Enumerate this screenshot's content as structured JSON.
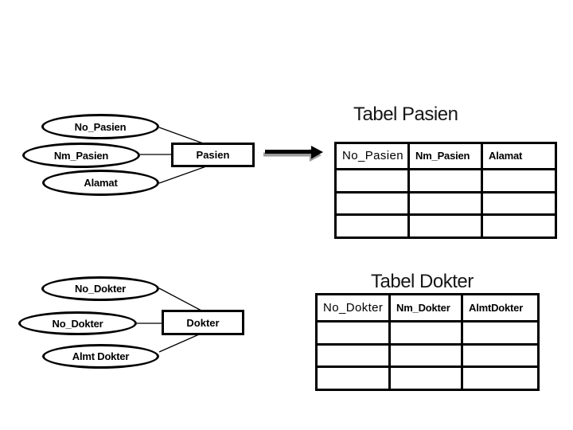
{
  "pasien": {
    "section_title": "Tabel Pasien",
    "entity_label": "Pasien",
    "attributes": [
      "No_Pasien",
      "Nm_Pasien",
      "Alamat"
    ],
    "table_headers": [
      "No_Pasien",
      "Nm_Pasien",
      "Alamat"
    ],
    "empty_row_count": 3
  },
  "dokter": {
    "section_title": "Tabel Dokter",
    "entity_label": "Dokter",
    "attributes": [
      "No_Dokter",
      "No_Dokter",
      "Almt Dokter"
    ],
    "table_headers": [
      "No_Dokter",
      "Nm_Dokter",
      "AlmtDokter"
    ],
    "empty_row_count": 3
  },
  "icons": {
    "arrow_right": "right-arrow"
  },
  "colors": {
    "ink": "#000000",
    "arrow": "#000000",
    "arrow_shadow": "#9a9a9a",
    "background": "#ffffff"
  }
}
